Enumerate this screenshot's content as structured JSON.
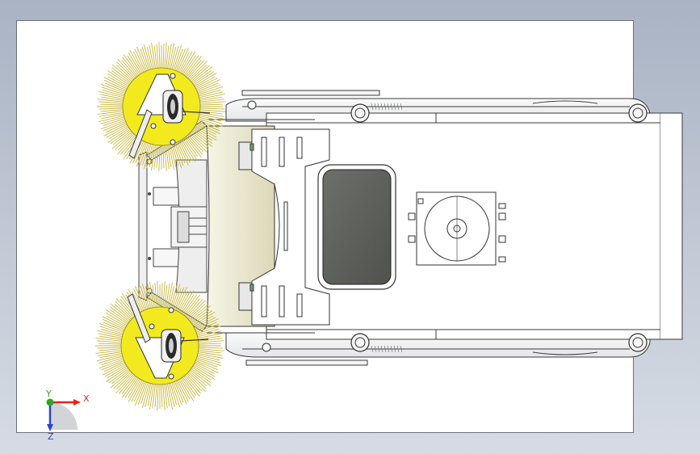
{
  "triad": {
    "x_label": "X",
    "y_label": "Y",
    "z_label": "Z"
  },
  "colors": {
    "background_top": "#a9b3c4",
    "background_bottom": "#d6dbe4",
    "sheet": "#ffffff",
    "brush_bristles": "#c9b63a",
    "brush_hub": "#f2ea1e",
    "body_cream": "#e9e6cc",
    "window_glass": "#5c5f59",
    "axis_x": "#e0261b",
    "axis_y": "#2fa32f",
    "axis_z": "#2b44c9"
  }
}
